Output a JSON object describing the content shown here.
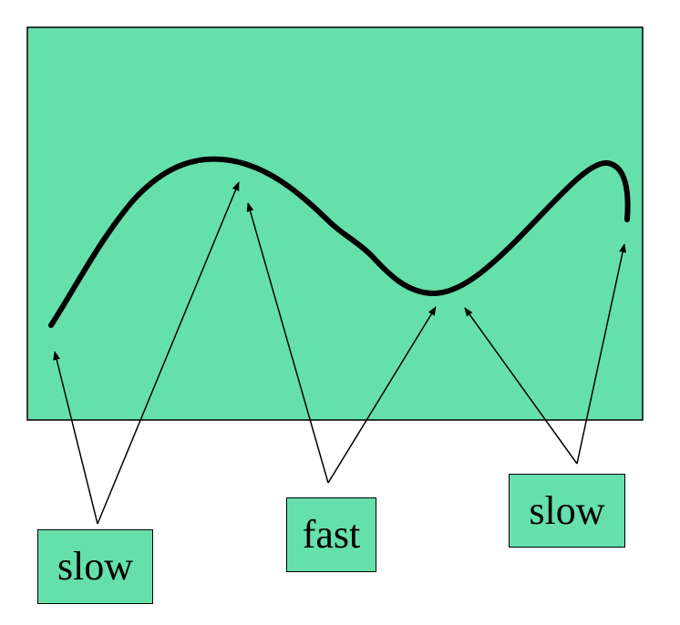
{
  "labels": {
    "slow_left": "slow",
    "fast": "fast",
    "slow_right": "slow"
  },
  "colors": {
    "panel_fill": "#66e0ab",
    "curve": "#000000",
    "arrow": "#000000",
    "label_fill": "#66e0ab"
  }
}
